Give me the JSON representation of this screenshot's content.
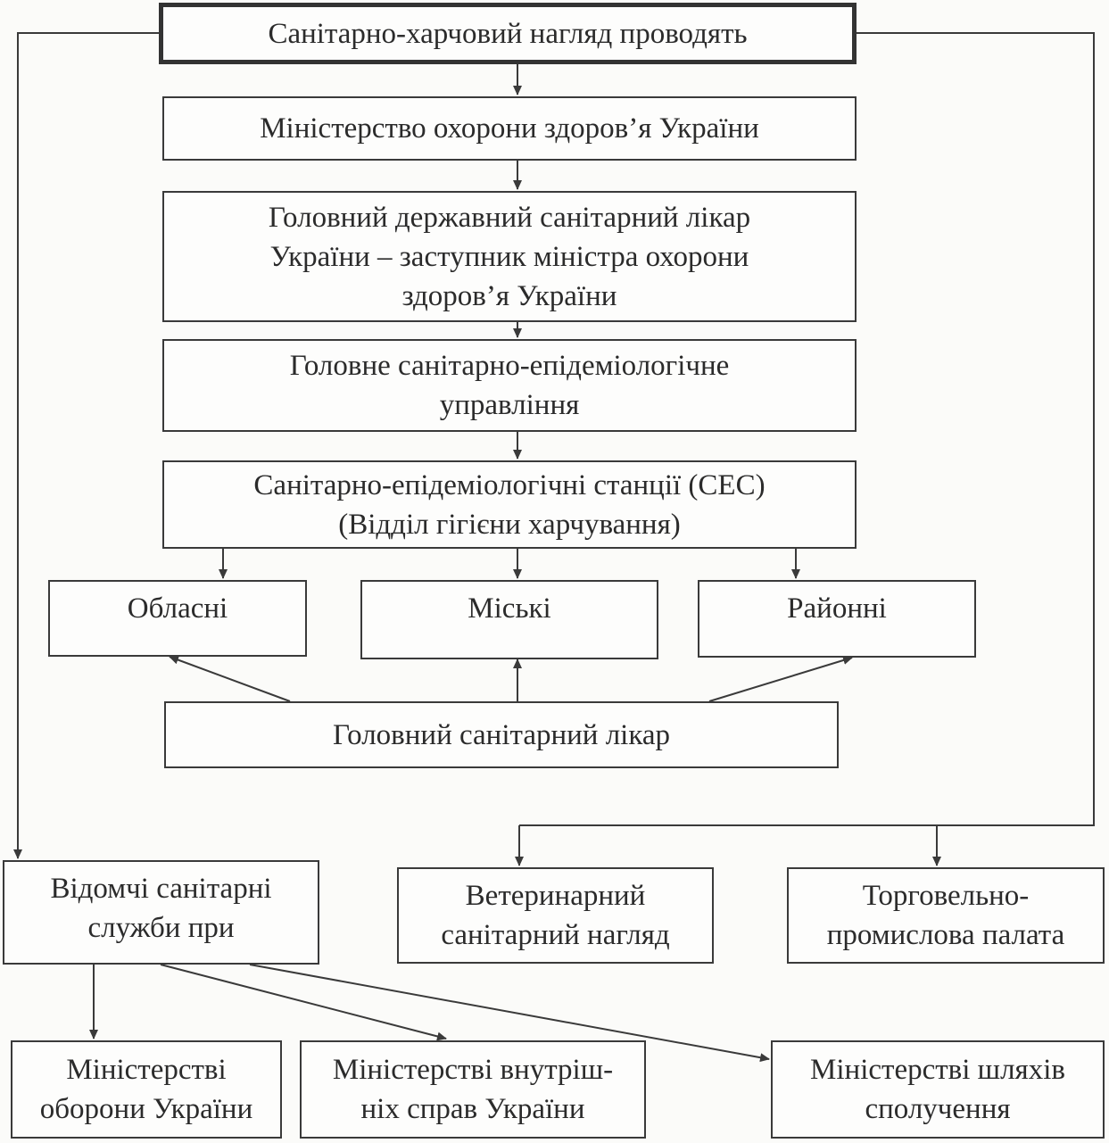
{
  "diagram": {
    "top_title": "Санітарно-харчовий нагляд проводять",
    "ministry": "Міністерство охорони здоров’я України",
    "chief_doctor_ukraine": [
      "Головний державний санітарний лікар",
      "України – заступник міністра охорони",
      "здоров’я України"
    ],
    "main_department": [
      "Головне санітарно-епідеміологічне",
      "управління"
    ],
    "stations": [
      "Санітарно-епідеміологічні станції (СЕС)",
      "(Відділ гігієни харчування)"
    ],
    "levels": [
      "Обласні",
      "Міські",
      "Районні"
    ],
    "chief_doctor": "Головний санітарний лікар",
    "departmental_services": [
      "Відомчі санітарні",
      "служби при"
    ],
    "veterinary": [
      "Ветеринарний",
      "санітарний нагляд"
    ],
    "chamber": [
      "Торговельно-",
      "промислова палата"
    ],
    "ministries": [
      [
        "Міністерстві",
        "оборони України"
      ],
      [
        "Міністерстві внутріш-",
        "ніх справ України"
      ],
      [
        "Міністерстві шляхів",
        "сполучення"
      ]
    ]
  },
  "colors": {
    "line": "#3a3a3a",
    "background": "#fbfbf9",
    "text": "#2b2b2b"
  }
}
